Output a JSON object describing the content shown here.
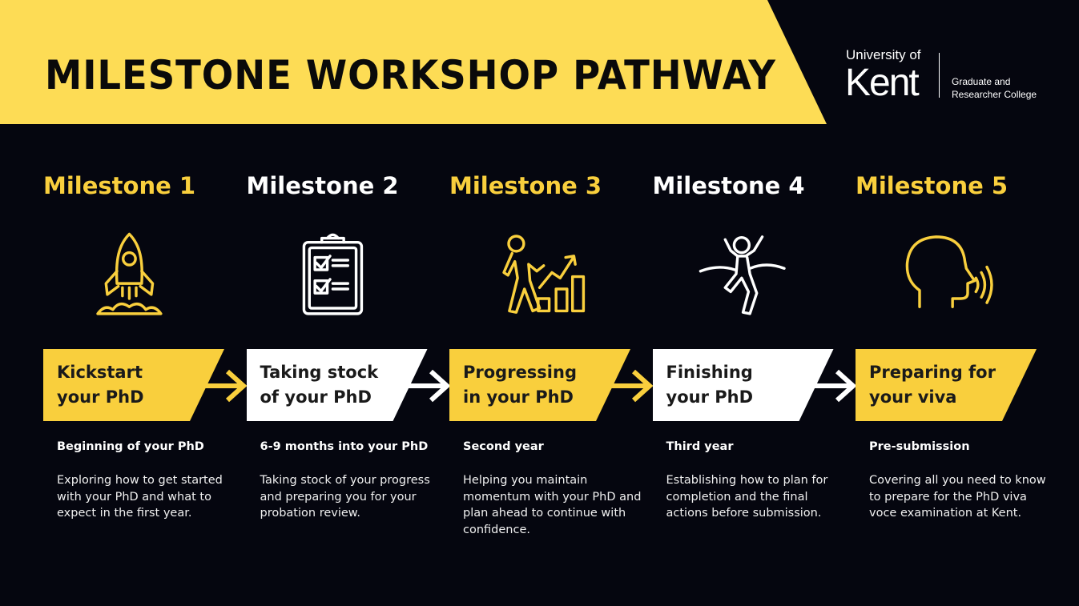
{
  "header": {
    "title": "MILESTONE WORKSHOP PATHWAY"
  },
  "logo": {
    "university": "University of",
    "name": "Kent",
    "college_line1": "Graduate and",
    "college_line2": "Researcher College"
  },
  "colors": {
    "yellow": "#f9cf3d",
    "white": "#ffffff",
    "background": "#05060f",
    "banner": "#fddc55"
  },
  "milestones": [
    {
      "title": "Milestone 1",
      "icon": "rocket-icon",
      "color": "#f9cf3d",
      "box_line1": "Kickstart",
      "box_line2": "your PhD",
      "when": "Beginning of your PhD",
      "description": "Exploring how to get started with your PhD and what to expect in the first year."
    },
    {
      "title": "Milestone 2",
      "icon": "clipboard-checklist-icon",
      "color": "#ffffff",
      "box_line1": "Taking stock",
      "box_line2": "of your PhD",
      "when": "6-9 months into your PhD",
      "description": "Taking stock of your progress and preparing you for your probation review."
    },
    {
      "title": "Milestone 3",
      "icon": "climbing-progress-icon",
      "color": "#f9cf3d",
      "box_line1": "Progressing",
      "box_line2": "in your PhD",
      "when": "Second year",
      "description": "Helping you maintain momentum with your PhD and plan ahead to continue with confidence."
    },
    {
      "title": "Milestone 4",
      "icon": "finish-line-runner-icon",
      "color": "#ffffff",
      "box_line1": "Finishing",
      "box_line2": "your PhD",
      "when": "Third year",
      "description": "Establishing how to plan for completion and the final actions before submission."
    },
    {
      "title": "Milestone 5",
      "icon": "speaking-head-icon",
      "color": "#f9cf3d",
      "box_line1": "Preparing for",
      "box_line2": "your viva",
      "when": "Pre-submission",
      "description": "Covering all you need to know to prepare for the PhD viva voce examination at Kent."
    }
  ]
}
